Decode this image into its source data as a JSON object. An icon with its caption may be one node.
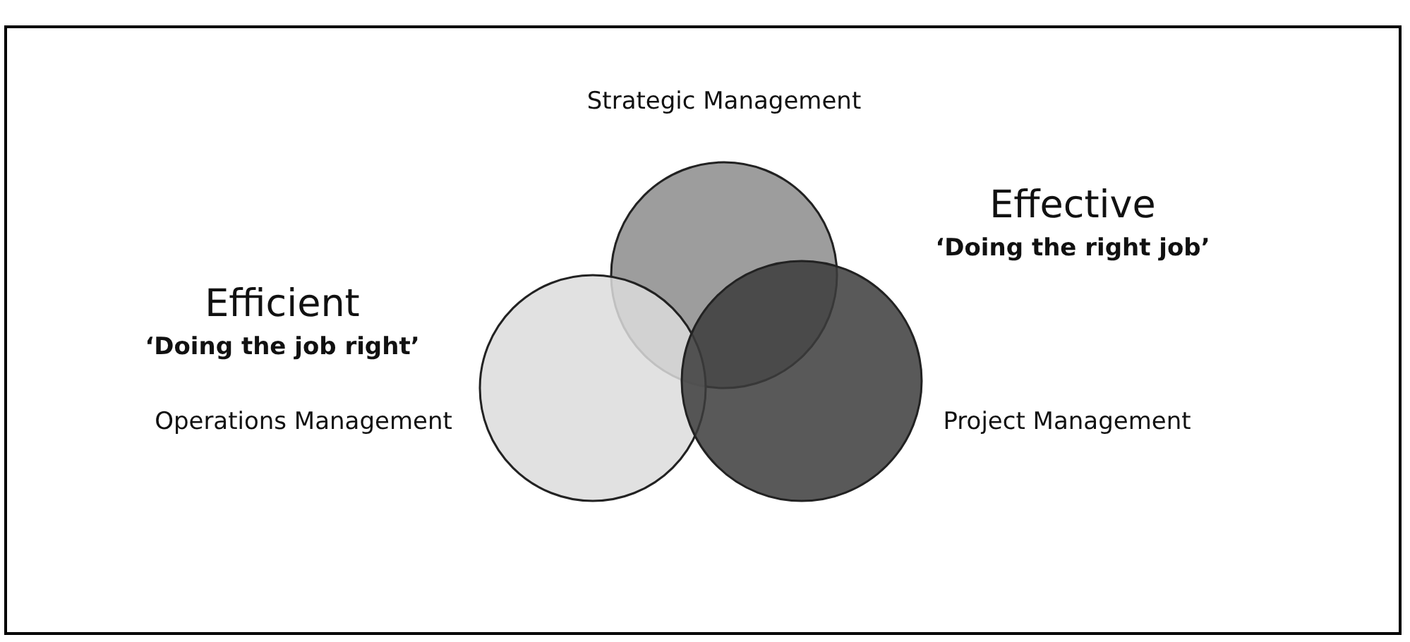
{
  "diagram": {
    "nodes": [
      {
        "text": [],
        "shape": "circle"
      },
      {
        "text": [],
        "shape": "circle"
      },
      {
        "text": [],
        "shape": "circle"
      }
    ],
    "edges": [],
    "labels": [
      "Strategic Management",
      "Effective",
      "‘Doing the right job’",
      "Efficient",
      "‘Doing the job right’",
      "Operations Management",
      "Project Management"
    ]
  }
}
